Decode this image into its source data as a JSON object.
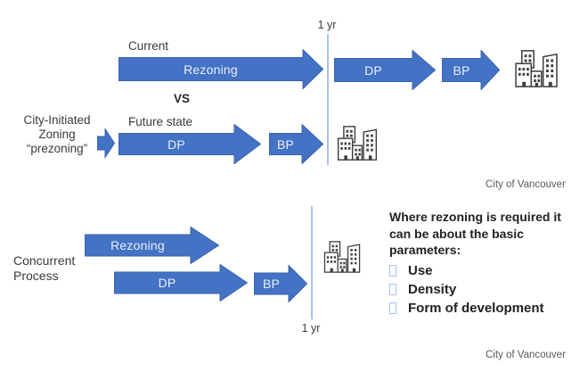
{
  "colors": {
    "arrow_fill": "#4472C4",
    "arrow_border": "#3A62AD",
    "timeline": "#ADC2E4",
    "bullet": "#9DC3E6"
  },
  "top": {
    "timeline_label": "1 yr",
    "current_label": "Current",
    "vs_label": "VS",
    "future_label": "Future state",
    "side_label": [
      "City-Initiated",
      "Zoning",
      "“prezoning”"
    ],
    "current_arrows": {
      "rezoning": "Rezoning",
      "dp": "DP",
      "bp": "BP"
    },
    "future_arrows": {
      "dp": "DP",
      "bp": "BP"
    },
    "credit": "City of Vancouver"
  },
  "bottom": {
    "side_label": [
      "Concurrent",
      "Process"
    ],
    "arrows": {
      "rezoning": "Rezoning",
      "dp": "DP",
      "bp": "BP"
    },
    "timeline_label": "1 yr",
    "note": {
      "heading": "Where rezoning is required it can be about the basic parameters:",
      "items": [
        "Use",
        "Density",
        "Form of development"
      ]
    },
    "credit": "City of Vancouver"
  }
}
